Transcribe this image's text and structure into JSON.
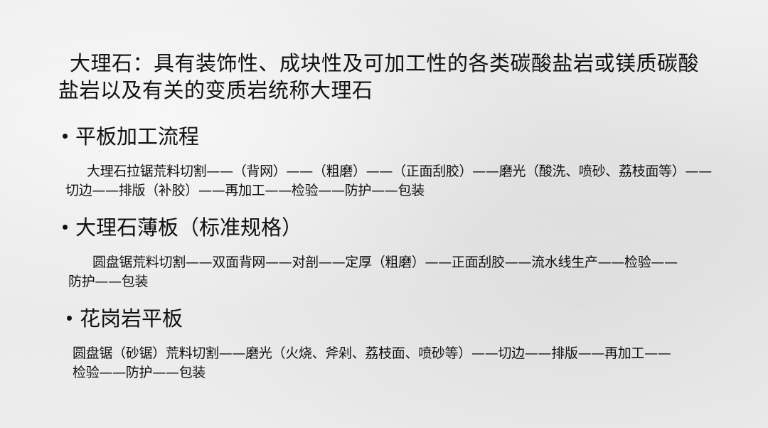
{
  "slide": {
    "title": "大理石：具有装饰性、成块性及可加工性的各类碳酸盐岩或镁质碳酸盐岩以及有关的变质岩统称大理石",
    "sections": [
      {
        "heading": "平板加工流程",
        "body": "大理石拉锯荒料切割——（背网）——（粗磨）——（正面刮胶）——磨光（酸洗、喷砂、荔枝面等）——切边——排版（补胶）——再加工——检验——防护——包装"
      },
      {
        "heading": "大理石薄板（标准规格）",
        "body": "圆盘锯荒料切割——双面背网——对剖——定厚（粗磨）——正面刮胶——流水线生产——检验——防护——包装"
      },
      {
        "heading": "花岗岩平板",
        "body": "圆盘锯（砂锯）荒料切割——磨光（火烧、斧剁、荔枝面、喷砂等）——切边——排版——再加工——检验——防护——包装"
      }
    ]
  }
}
